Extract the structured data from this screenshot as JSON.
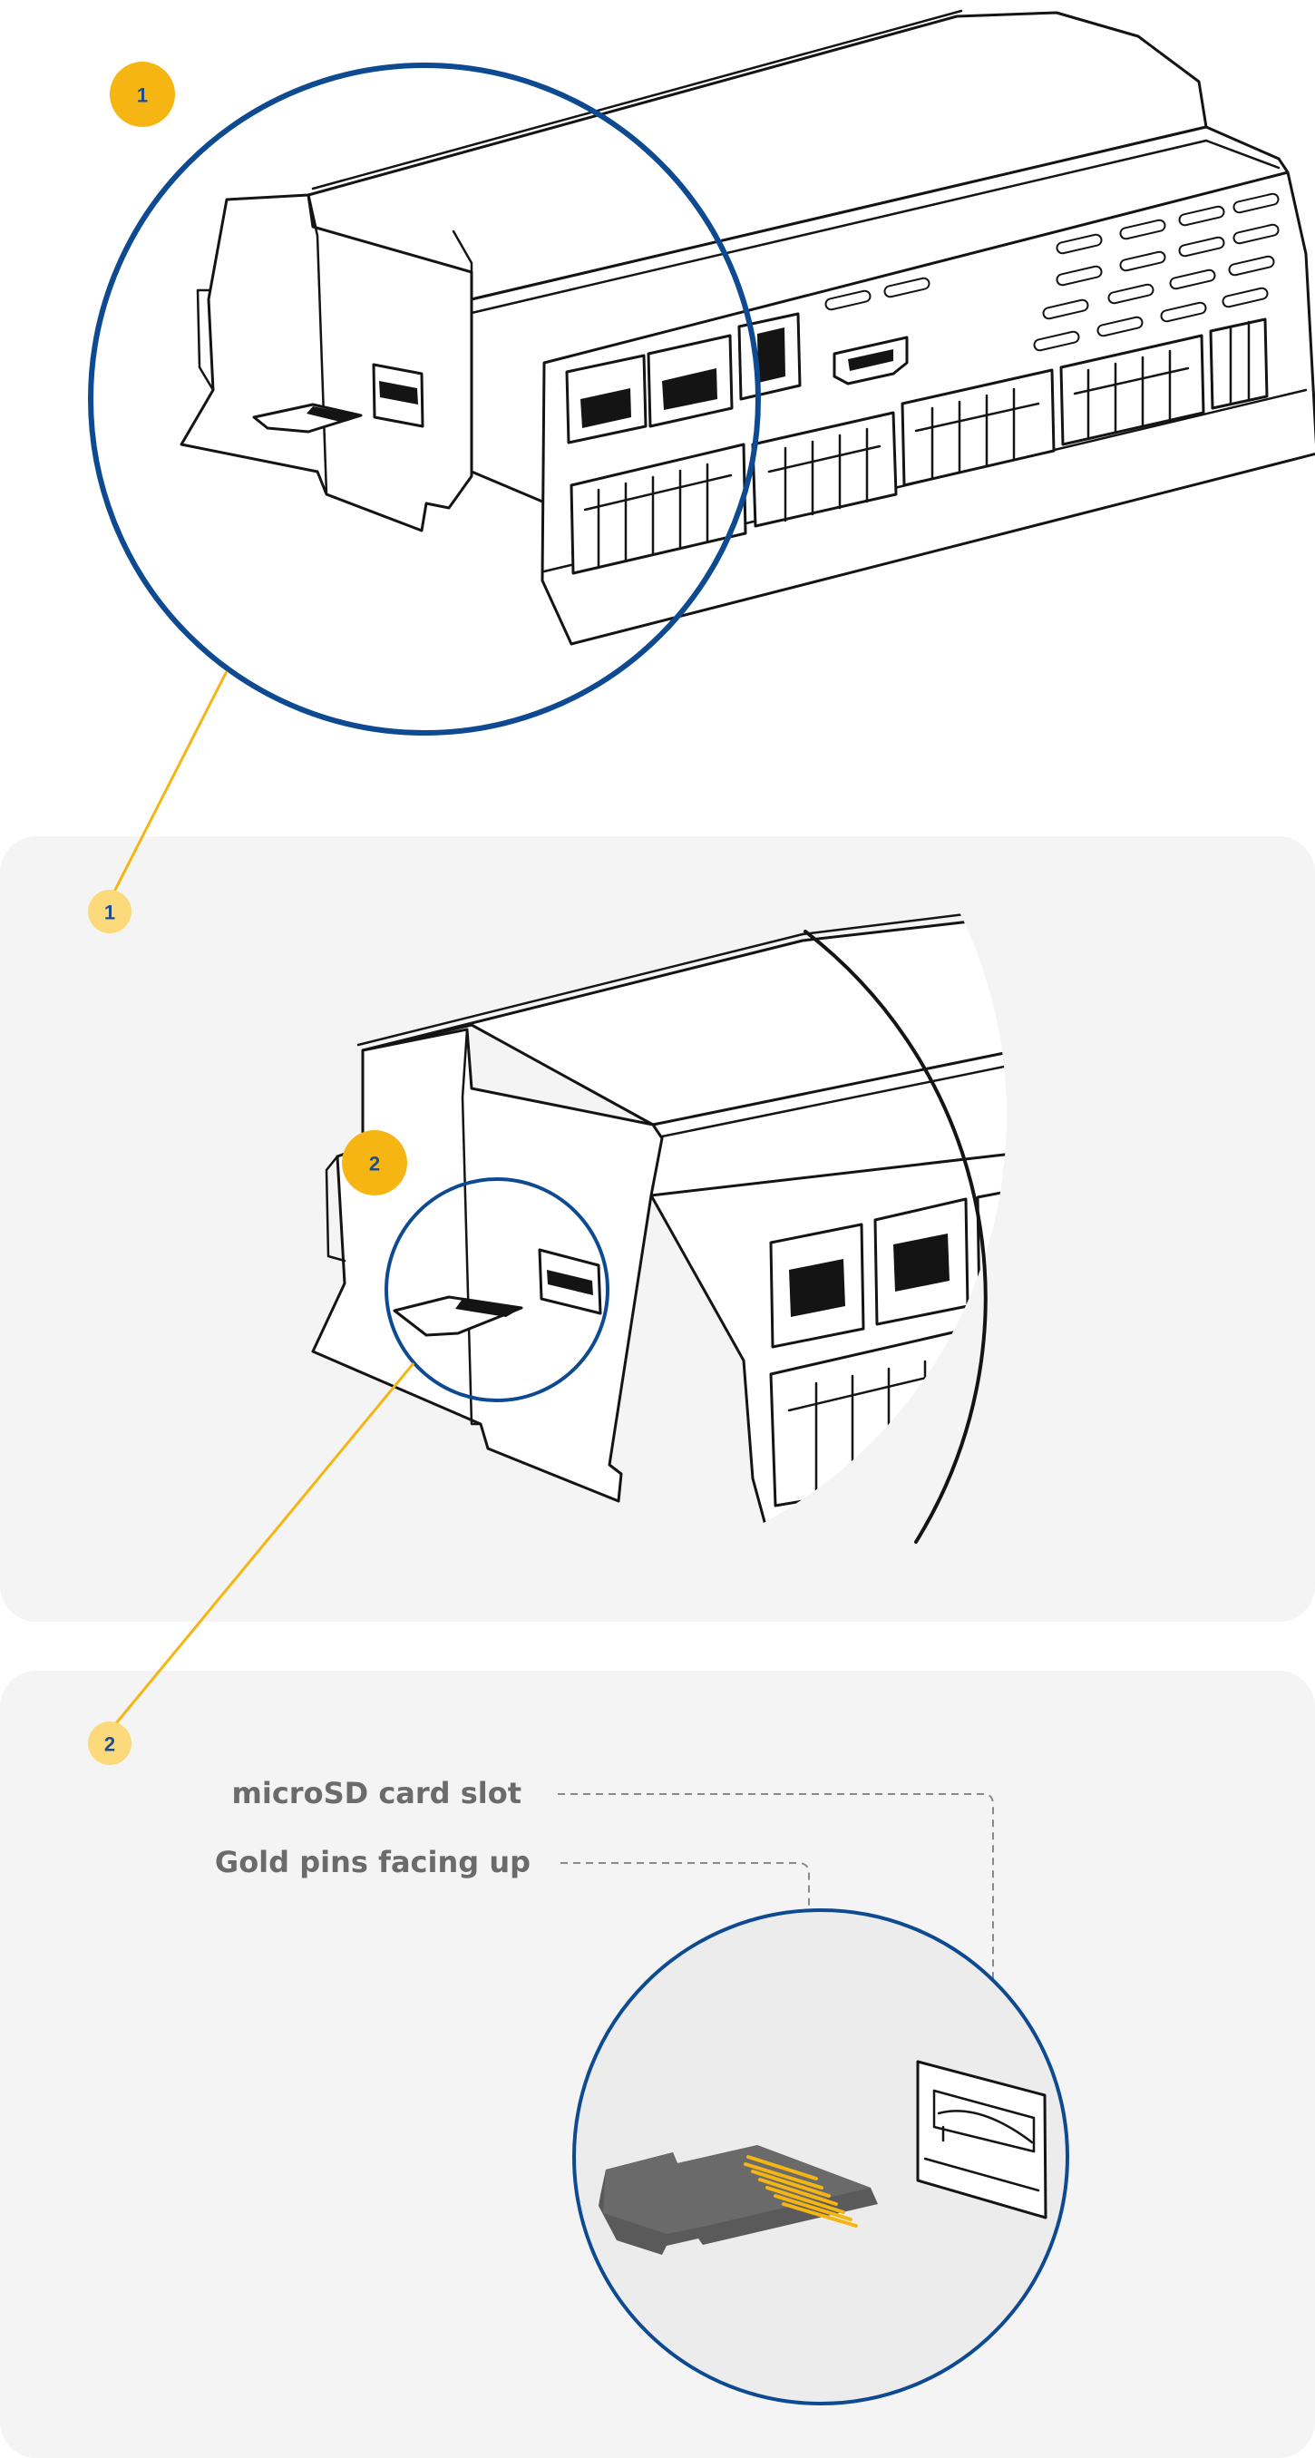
{
  "badges": {
    "top": "1",
    "panel1": "1",
    "panel1_detail": "2",
    "panel2": "2"
  },
  "callouts": {
    "slot": "microSD card slot",
    "pins": "Gold pins facing up"
  },
  "colors": {
    "ring_blue": "#0e4a92",
    "badge_yellow": "#f5b512",
    "badge_light_yellow": "#fcd97a",
    "panel_grey": "#f4f4f4",
    "sd_card_grey": "#5a5a5a",
    "gold_pins": "#f5b512"
  },
  "icons": [
    "rj45-port-icon",
    "hdmi-port-icon",
    "terminal-block-icon",
    "microsd-card-icon",
    "microsd-slot-icon",
    "down-arrow-icon"
  ]
}
